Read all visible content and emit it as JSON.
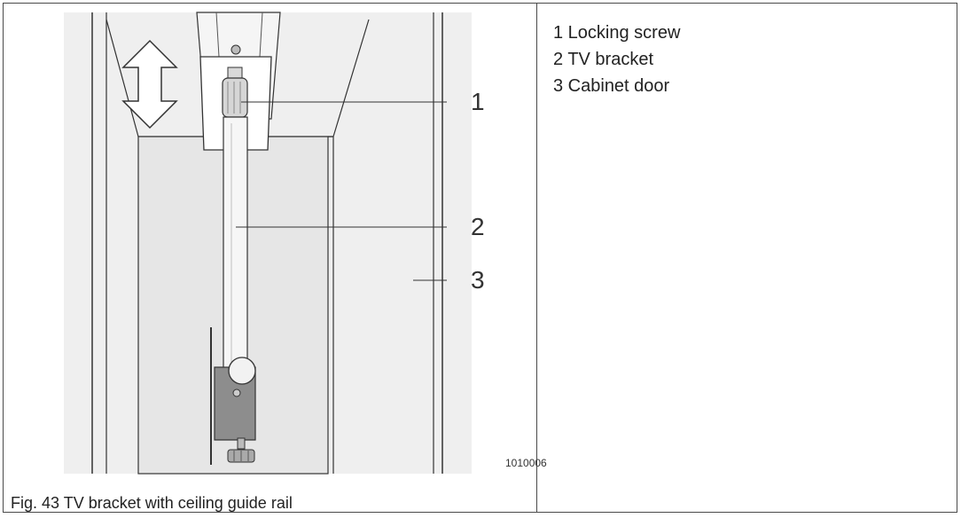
{
  "figure": {
    "callouts": [
      "1",
      "2",
      "3"
    ],
    "figure_id": "1010006",
    "caption": "Fig. 43 TV bracket with ceiling guide rail"
  },
  "legend": [
    "1 Locking screw",
    "2 TV bracket",
    "3 Cabinet door"
  ],
  "colors": {
    "panel_fill": "#e9e9e9",
    "line": "#3a3a3a",
    "bracket_fill": "#f4f4f4",
    "block_fill": "#8a8a8a"
  }
}
